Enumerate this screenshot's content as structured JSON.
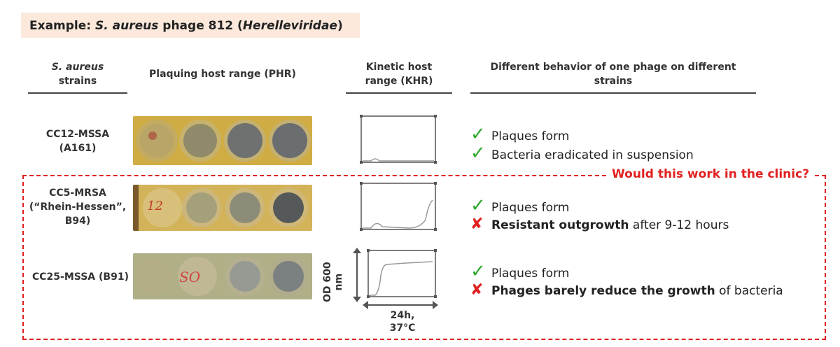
{
  "title": {
    "prefix": "Example: ",
    "species": "S. aureus",
    "middle": " phage 812 (",
    "family": "Herelleviridae",
    "suffix": ")"
  },
  "headers": {
    "strains_line1": "S. aureus",
    "strains_line2": "strains",
    "phr": "Plaquing host range (PHR)",
    "khr_line1": "Kinetic host",
    "khr_line2": "range (KHR)",
    "behavior_line1": "Different behavior of one phage on different",
    "behavior_line2": "strains"
  },
  "rows": [
    {
      "strain_line1": "CC12-MSSA",
      "strain_line2": "(A161)",
      "strain_line3": "",
      "plate_label": "",
      "items": [
        {
          "mark": "check",
          "text": "Plaques form"
        },
        {
          "mark": "check",
          "text": "Bacteria eradicated in suspension"
        }
      ]
    },
    {
      "strain_line1": "CC5-MRSA",
      "strain_line2": "(“Rhein-Hessen”,",
      "strain_line3": "B94)",
      "plate_label": "12",
      "items": [
        {
          "mark": "check",
          "text": "Plaques form"
        },
        {
          "mark": "cross",
          "bold": "Resistant outgrowth",
          "text": " after 9-12 hours"
        }
      ]
    },
    {
      "strain_line1": "CC25-MSSA (B91)",
      "strain_line2": "",
      "strain_line3": "",
      "plate_label": "SO",
      "items": [
        {
          "mark": "check",
          "text": "Plaques form"
        },
        {
          "mark": "cross",
          "bold": "Phages barely reduce the growth",
          "text": " of bacteria"
        }
      ]
    }
  ],
  "clinic_question": "Would this work in the clinic?",
  "axis": {
    "y_line1": "OD 600",
    "y_line2": "nm",
    "x_line1": "24h,",
    "x_line2": "37°C"
  },
  "marks": {
    "check": "✓",
    "cross": "✘"
  },
  "colors": {
    "check": "#2ea82e",
    "cross": "#e02020",
    "title_bg": "#fce9dc",
    "dash": "#e02020"
  }
}
